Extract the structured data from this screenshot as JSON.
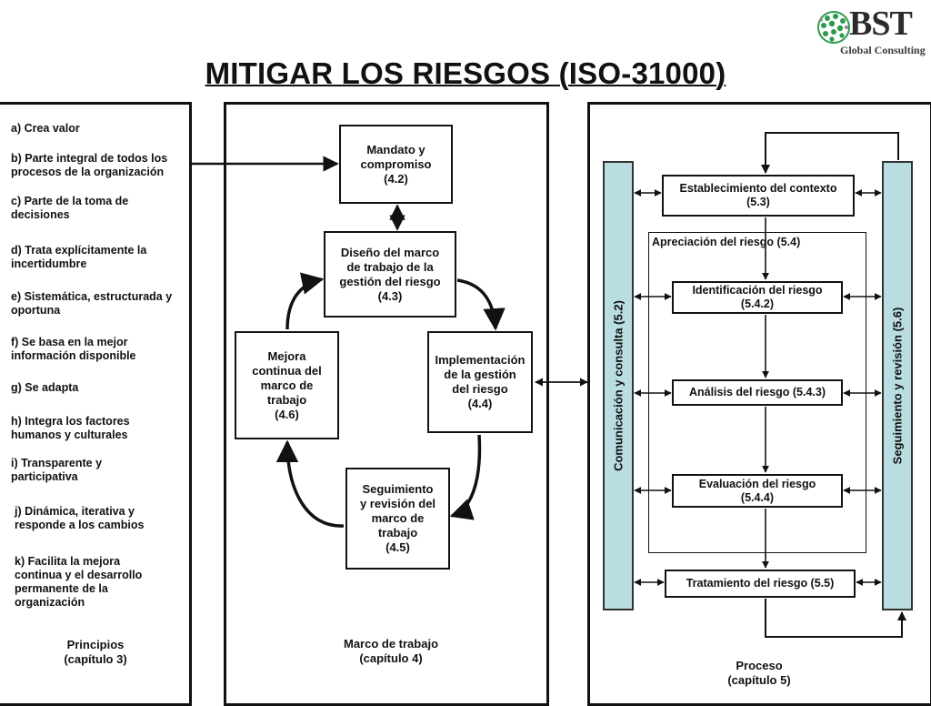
{
  "title": "MITIGAR LOS RIESGOS (ISO-31000)",
  "logo": {
    "brand": "BST",
    "subtitle": "Global Consulting"
  },
  "principles": {
    "items": [
      "a) Crea valor",
      "b) Parte integral de todos los procesos de la organización",
      "c) Parte de la toma de decisiones",
      "d) Trata explícitamente la incertidumbre",
      "e) Sistemática, estructurada y oportuna",
      "f) Se basa en la mejor información disponible",
      "g) Se adapta",
      "h) Integra los factores humanos y culturales",
      "i) Transparente y participativa",
      "j) Dinámica, iterativa y responde a los cambios",
      "k) Facilita la mejora continua y el desarrollo permanente de la organización"
    ],
    "caption": "Principios\n(capítulo 3)"
  },
  "framework": {
    "mandate": "Mandato y\ncompromiso\n(4.2)",
    "design": "Diseño del marco\nde trabajo de la\ngestión del riesgo\n(4.3)",
    "implementation": "Implementación\nde la gestión\ndel riesgo\n(4.4)",
    "monitoring": "Seguimiento\ny revisión del\nmarco de\ntrabajo\n(4.5)",
    "improvement": "Mejora\ncontinua del\nmarco de\ntrabajo\n(4.6)",
    "caption": "Marco de trabajo\n(capítulo 4)"
  },
  "process": {
    "communication": "Comunicación y consulta (5.2)",
    "review": "Seguimiento y revisión (5.6)",
    "context": "Establecimiento del contexto\n(5.3)",
    "assessment": "Apreciación del riesgo (5.4)",
    "identification": "Identificación del riesgo\n(5.4.2)",
    "analysis": "Análisis del riesgo (5.4.3)",
    "evaluation": "Evaluación del riesgo\n(5.4.4)",
    "treatment": "Tratamiento del riesgo (5.5)",
    "caption": "Proceso\n(capítulo 5)"
  },
  "colors": {
    "bar_fill": "#b9dde0",
    "line": "#111111",
    "globe": "#2e9b4c"
  }
}
